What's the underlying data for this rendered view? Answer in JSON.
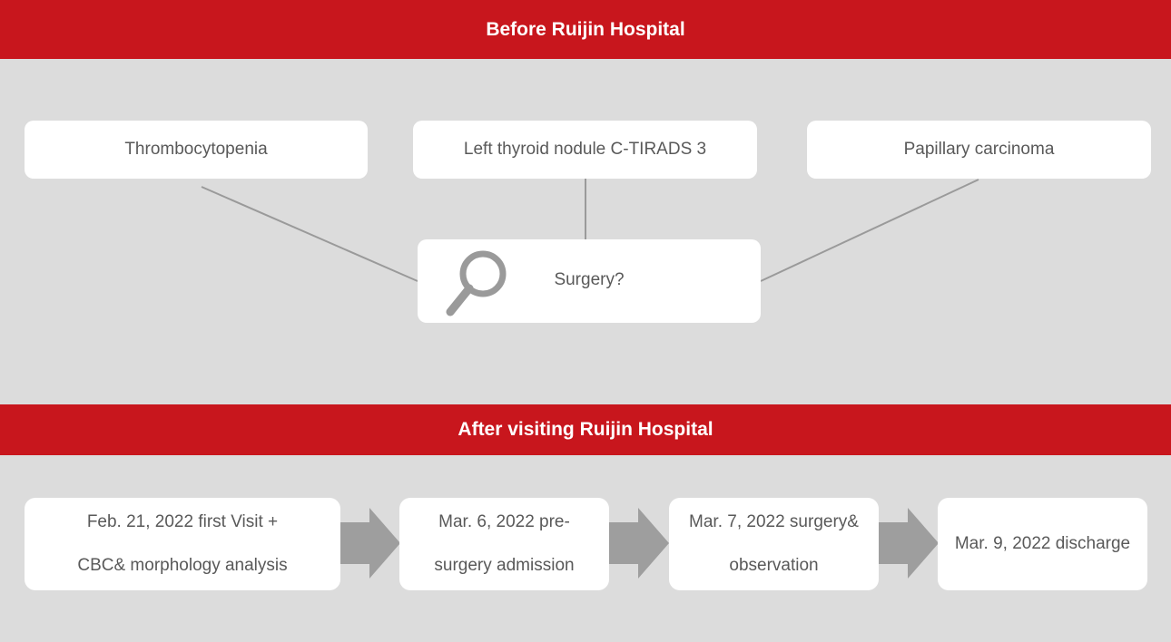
{
  "banners": {
    "before": "Before Ruijin Hospital",
    "after": "After visiting Ruijin Hospital"
  },
  "findings": [
    "Thrombocytopenia",
    "Left thyroid nodule C-TIRADS 3",
    "Papillary carcinoma"
  ],
  "question": {
    "label": "Surgery?",
    "icon": "magnifier-icon"
  },
  "timeline": [
    {
      "line1": "Feb. 21, 2022 first Visit +",
      "line2": "CBC& morphology analysis"
    },
    {
      "line1": "Mar. 6, 2022 pre-",
      "line2": "surgery admission"
    },
    {
      "line1": "Mar. 7, 2022 surgery&",
      "line2": "observation"
    },
    {
      "line1": "Mar. 9, 2022 discharge",
      "line2": ""
    }
  ],
  "colors": {
    "banner": "#c8161d",
    "background": "#dcdcdc",
    "box": "#ffffff",
    "text": "#595959",
    "connector": "#9a9a9a",
    "arrow": "#9e9e9e"
  }
}
